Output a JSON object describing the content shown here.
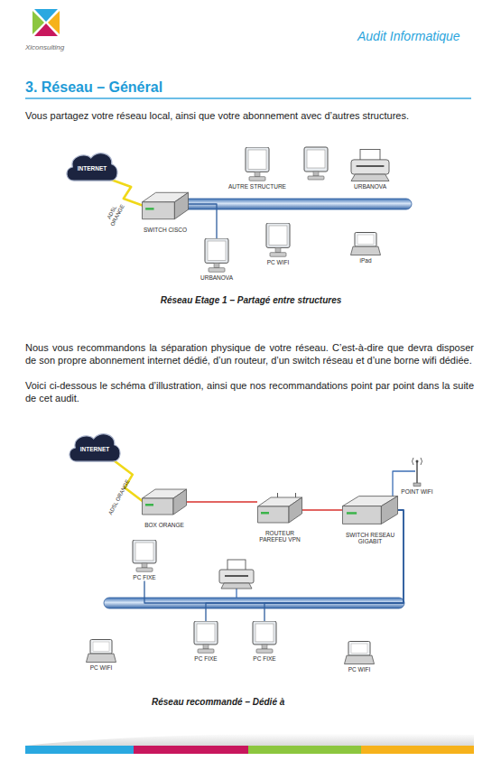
{
  "diagram": {
    "title": "3. Réseau – Général",
    "nodes": [
      {
        "text": [
          "INTERNET"
        ]
      },
      {
        "text": [
          "SWITCH CISCO"
        ]
      },
      {
        "text": [
          "AUTRE STRUCTURE"
        ]
      },
      {
        "text": [
          "URBANOVA"
        ]
      },
      {
        "text": [
          "URBANOVA"
        ]
      },
      {
        "text": [
          "PC WIFI"
        ]
      },
      {
        "text": [
          "iPad"
        ]
      },
      {
        "text": [
          "INTERNET"
        ]
      },
      {
        "text": [
          "BOX ORANGE"
        ]
      },
      {
        "text": [
          "ROUTEUR PAREFEU VPN"
        ]
      },
      {
        "text": [
          "POINT WIFI"
        ]
      },
      {
        "text": [
          "SWITCH RESEAU GIGABIT"
        ]
      },
      {
        "text": [
          "PC FIXE"
        ]
      },
      {
        "text": [
          "PC WIFI"
        ]
      },
      {
        "text": [
          "PC FIXE"
        ]
      },
      {
        "text": [
          "PC FIXE"
        ]
      },
      {
        "text": [
          "PC WIFI"
        ]
      }
    ],
    "edges": [
      {
        "from": 0,
        "to": 1,
        "arrow": "none",
        "label": "ADSL ORANGE"
      },
      {
        "from": 1,
        "to": 4,
        "arrow": "none"
      },
      {
        "from": 7,
        "to": 8,
        "arrow": "none",
        "label": "ADSL ORANGE"
      },
      {
        "from": 8,
        "to": 9,
        "arrow": "none"
      },
      {
        "from": 9,
        "to": 11,
        "arrow": "none"
      },
      {
        "from": 10,
        "to": 11,
        "arrow": "none"
      },
      {
        "from": 11,
        "to": 12,
        "arrow": "none"
      },
      {
        "from": 11,
        "to": 14,
        "arrow": "none"
      },
      {
        "from": 11,
        "to": 15,
        "arrow": "none"
      }
    ],
    "labels": [
      "Xiconsulting",
      "Audit Informatique",
      "Vous partagez votre réseau local, ainsi que votre abonnement avec d’autres structures.",
      "Réseau Etage 1 – Partagé entre structures",
      "Nous vous recommandons la séparation physique de votre réseau. C’est-à-dire que devra disposer de son propre abonnement internet dédié, d’un routeur, d’un switch réseau et d’une borne wifi dédiée.",
      "Voici ci-dessous le schéma d’illustration, ainsi que nos recommandations point par point dans la suite de cet audit.",
      "Réseau recommandé – Dédié à"
    ]
  }
}
